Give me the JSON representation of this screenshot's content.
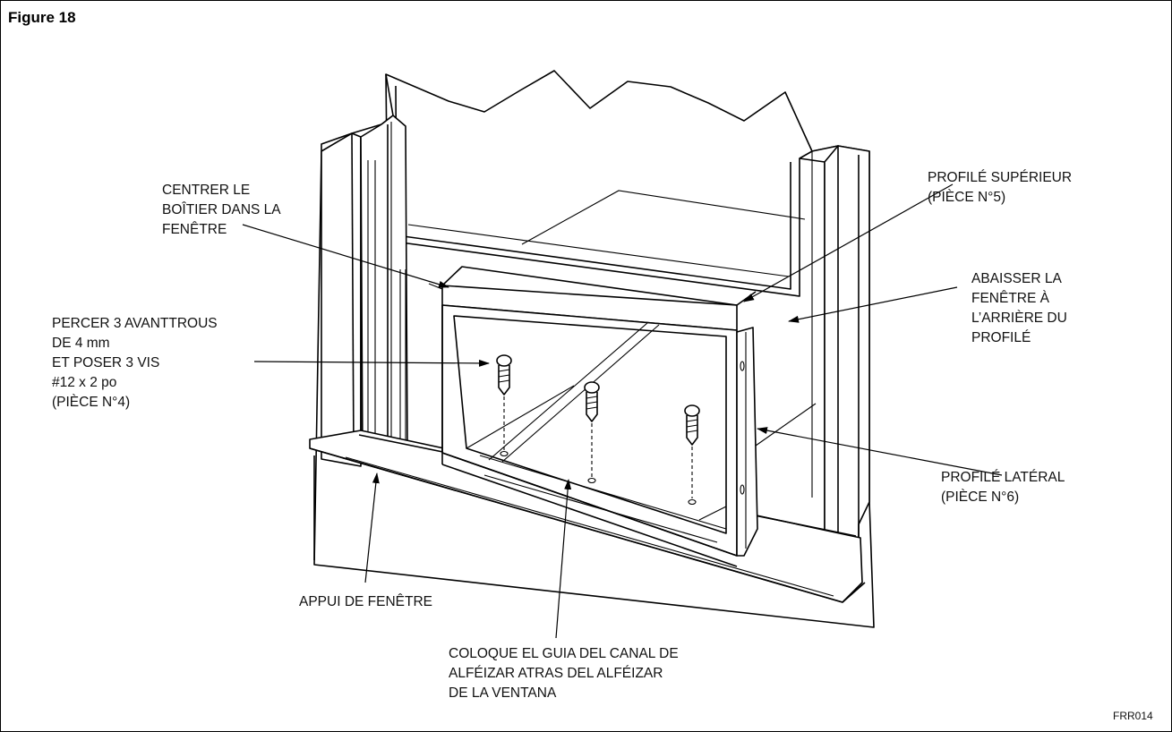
{
  "figure": {
    "title": "Figure 18",
    "code": "FRR014"
  },
  "labels": {
    "center_case": [
      "CENTRER LE",
      "BOÎTIER DANS LA",
      "FENÊTRE"
    ],
    "top_profile": [
      "PROFILÉ SUPÉRIEUR",
      "(PIÈCE N°5)"
    ],
    "lower_window": [
      "ABAISSER LA",
      "FENÊTRE À",
      "L’ARRIÈRE DU",
      "PROFILÉ"
    ],
    "drill_holes": [
      "PERCER 3 AVANTTROUS",
      "DE 4 mm",
      "ET POSER 3 VIS",
      "#12 x 2 po",
      "(PIÈCE N°4)"
    ],
    "side_profile": [
      "PROFILÉ LATÉRAL",
      "(PIÈCE N°6)"
    ],
    "sill": [
      "APPUI DE FENÊTRE"
    ],
    "channel_guide": [
      "COLOQUE EL GUIA DEL CANAL DE",
      "ALFÉIZAR ATRAS DEL ALFÉIZAR",
      "DE LA VENTANA"
    ]
  }
}
